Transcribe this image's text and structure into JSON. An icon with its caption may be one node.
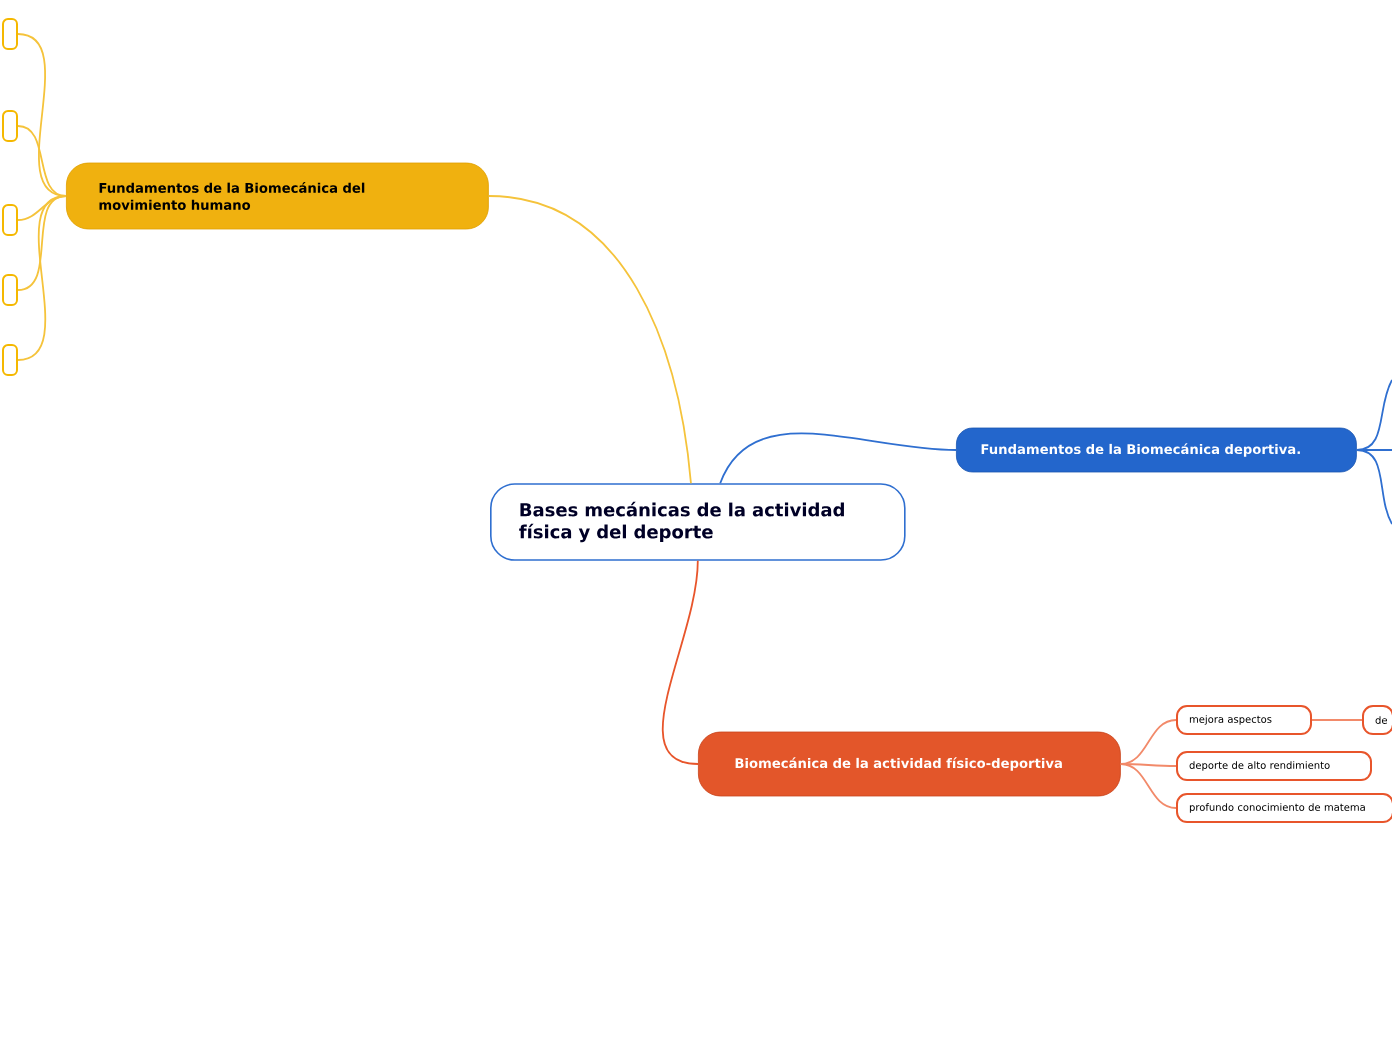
{
  "diagram": {
    "nodes": [
      {
        "text": [
          "Bases mecánicas de la actividad física y del deporte"
        ]
      },
      {
        "text": [
          "Fundamentos de la Biomecánica del movimiento humano"
        ]
      },
      {
        "text": [],
        "shape": "box"
      },
      {
        "text": [],
        "shape": "box"
      },
      {
        "text": [],
        "shape": "box"
      },
      {
        "text": [],
        "shape": "box"
      },
      {
        "text": [],
        "shape": "box"
      },
      {
        "text": [
          "Fundamentos de la Biomecánica deportiva."
        ]
      },
      {
        "text": [
          "Biomecánica de la actividad físico-deportiva"
        ]
      },
      {
        "text": [
          "mejora aspectos"
        ]
      },
      {
        "text": [
          "de"
        ]
      },
      {
        "text": [
          "deporte de alto rendimiento"
        ]
      },
      {
        "text": [
          "profundo conocimiento de matema"
        ]
      }
    ],
    "edges": [
      {
        "from": 0,
        "to": 1,
        "arrow": "none",
        "color": "#f5c33b"
      },
      {
        "from": 1,
        "to": 2,
        "arrow": "none",
        "color": "#f5c33b"
      },
      {
        "from": 1,
        "to": 3,
        "arrow": "none",
        "color": "#f5c33b"
      },
      {
        "from": 1,
        "to": 4,
        "arrow": "none",
        "color": "#f5c33b"
      },
      {
        "from": 1,
        "to": 5,
        "arrow": "none",
        "color": "#f5c33b"
      },
      {
        "from": 1,
        "to": 6,
        "arrow": "none",
        "color": "#f5c33b"
      },
      {
        "from": 0,
        "to": 7,
        "arrow": "none",
        "color": "#2f6fd0"
      },
      {
        "from": 7,
        "to": null,
        "arrow": "none",
        "color": "#2f6fd0"
      },
      {
        "from": 7,
        "to": null,
        "arrow": "none",
        "color": "#2f6fd0"
      },
      {
        "from": 7,
        "to": null,
        "arrow": "none",
        "color": "#2f6fd0"
      },
      {
        "from": 0,
        "to": 8,
        "arrow": "none",
        "color": "#e8552b"
      },
      {
        "from": 8,
        "to": 9,
        "arrow": "none",
        "color": "#f28a6a"
      },
      {
        "from": 8,
        "to": 11,
        "arrow": "none",
        "color": "#f28a6a"
      },
      {
        "from": 8,
        "to": 12,
        "arrow": "none",
        "color": "#f28a6a"
      },
      {
        "from": 9,
        "to": 10,
        "arrow": "none",
        "color": "#f28a6a"
      }
    ]
  }
}
